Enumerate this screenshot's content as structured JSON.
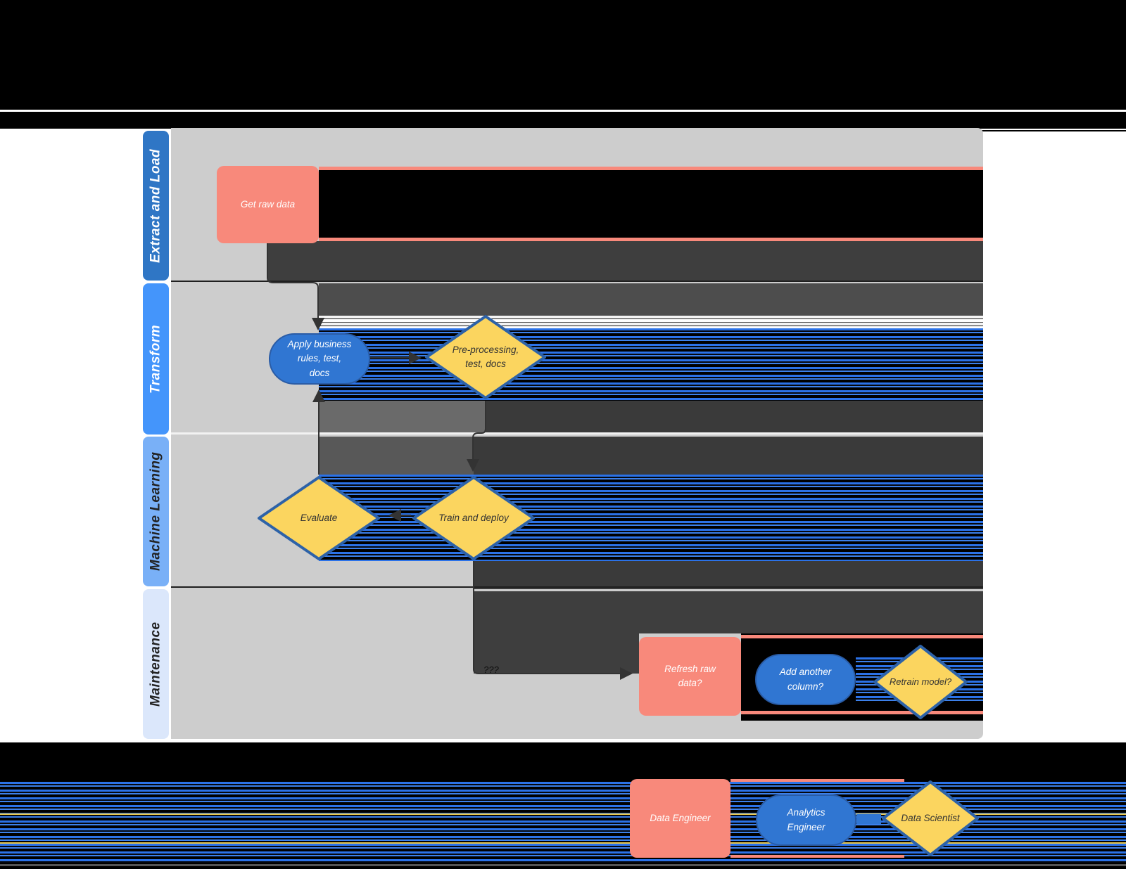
{
  "lanes": [
    {
      "label": "Extract and Load",
      "header_color": "#2f76c5",
      "text_color": "#ffffff"
    },
    {
      "label": "Transform",
      "header_color": "#4495fb",
      "text_color": "#ffffff"
    },
    {
      "label": "Machine Learning",
      "header_color": "#79b0f7",
      "text_color": "#222222"
    },
    {
      "label": "Maintenance",
      "header_color": "#dbe7fb",
      "text_color": "#222222"
    }
  ],
  "shapes": {
    "get_raw_data": {
      "label": "Get raw data",
      "type": "process",
      "color": "#f8897b",
      "lane": "Extract and Load"
    },
    "apply_rules": {
      "label": "Apply business\nrules, test,\ndocs",
      "type": "terminator",
      "color": "#3076d2",
      "lane": "Transform"
    },
    "preprocessing": {
      "label": "Pre-processing,\ntest, docs",
      "type": "decision",
      "color": "#fbd55f",
      "lane": "Transform"
    },
    "evaluate": {
      "label": "Evaluate",
      "type": "decision",
      "color": "#fbd55f",
      "lane": "Machine Learning"
    },
    "train_deploy": {
      "label": "Train and deploy",
      "type": "decision",
      "color": "#fbd55f",
      "lane": "Machine Learning"
    },
    "refresh_raw": {
      "label": "Refresh raw\ndata?",
      "type": "process",
      "color": "#f8897b",
      "lane": "Maintenance"
    },
    "add_column": {
      "label": "Add another\ncolumn?",
      "type": "terminator",
      "color": "#3076d2",
      "lane": "Maintenance"
    },
    "retrain": {
      "label": "Retrain model?",
      "type": "decision",
      "color": "#fbd55f",
      "lane": "Maintenance"
    }
  },
  "connectors": {
    "maintenance_loop_label": "???"
  },
  "legend": [
    {
      "label": "Data Engineer",
      "shape": "process",
      "color": "#f8897b"
    },
    {
      "label": "Analytics\nEngineer",
      "shape": "terminator",
      "color": "#3076d2"
    },
    {
      "label": "Data Scientist",
      "shape": "decision",
      "color": "#fbd55f"
    }
  ],
  "colors": {
    "frame": "#000000",
    "canvas": "#cdcdcd",
    "stripe_blue": "#2b72e8",
    "band_dark": "#3a3a3a",
    "diamond_fill": "#fbd55f",
    "diamond_border": "#2d62a8",
    "terminator_border": "#2a5ca6",
    "arrow": "#333333"
  }
}
